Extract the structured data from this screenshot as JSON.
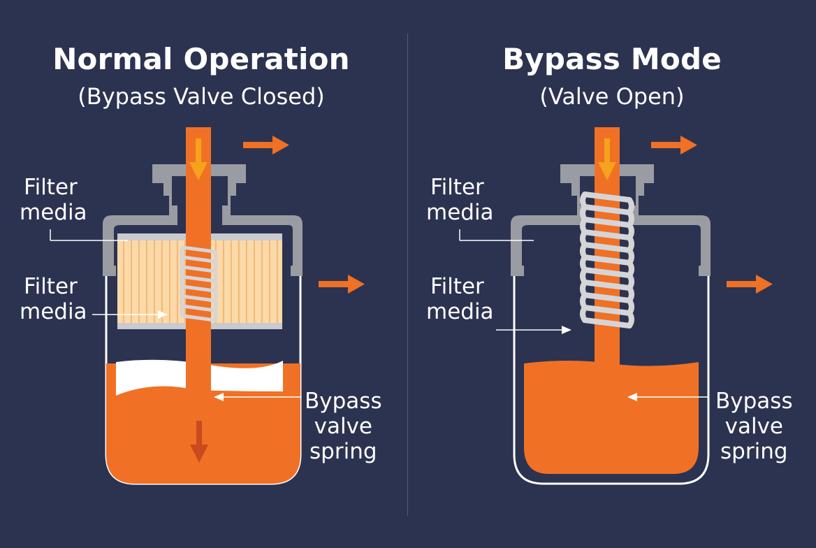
{
  "colors": {
    "background": "#2c3350",
    "oil": "#f07125",
    "oil_dark": "#c94a1c",
    "housing": "#9a9ca3",
    "media": "#fbd9a8",
    "spring": "#d5d5d8",
    "outline": "#ffffff",
    "text": "#ffffff"
  },
  "panels": {
    "normal": {
      "title": "Normal Operation",
      "subtitle": "(Bypass Valve Closed)",
      "labels": {
        "filter_media_top": {
          "line1": "Filter",
          "line2": "media"
        },
        "filter_media_mid": {
          "line1": "Filter",
          "line2": "media"
        },
        "bypass_valve_spring": {
          "line1": "Bypass",
          "line2": "valve",
          "line3": "spring"
        }
      }
    },
    "bypass": {
      "title": "Bypass Mode",
      "subtitle": "(Valve Open)",
      "labels": {
        "filter_media_top": {
          "line1": "Filter",
          "line2": "media"
        },
        "filter_media_mid": {
          "line1": "Filter",
          "line2": "media"
        },
        "bypass_valve_spring": {
          "line1": "Bypass",
          "line2": "valve",
          "line3": "spring"
        }
      }
    }
  },
  "icons": [
    "flow-arrow-icon",
    "spring-icon",
    "filter-housing-icon"
  ]
}
